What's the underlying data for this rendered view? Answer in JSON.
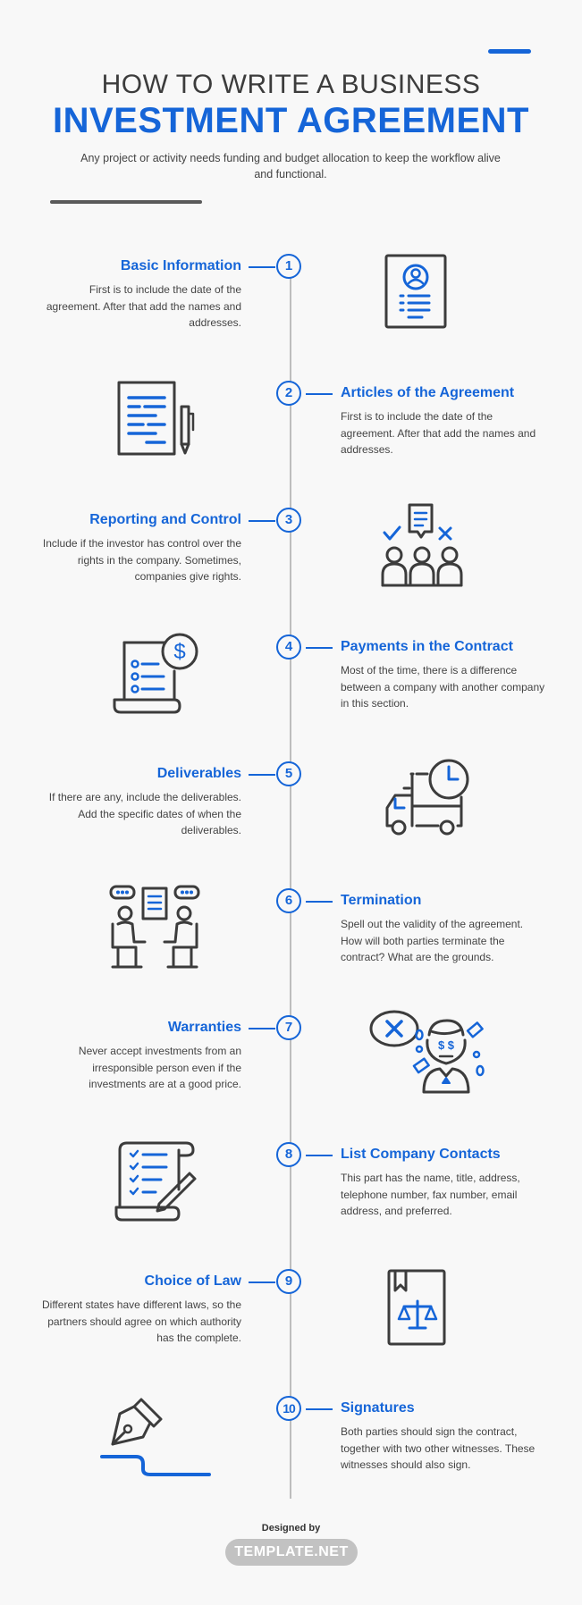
{
  "header": {
    "title_line1": "HOW TO WRITE A BUSINESS",
    "title_line2": "INVESTMENT AGREEMENT",
    "subtitle": "Any project or activity needs funding and budget allocation to keep the workflow alive and functional."
  },
  "steps": [
    {
      "number": "1",
      "title": "Basic Information",
      "body": "First is to include the date of the agreement. After that add the names and addresses.",
      "icon": "document-profile-icon"
    },
    {
      "number": "2",
      "title": "Articles of the Agreement",
      "body": "First is to include the date of the agreement. After that add the names and addresses.",
      "icon": "document-pen-icon"
    },
    {
      "number": "3",
      "title": "Reporting and Control",
      "body": "Include if the investor has control over the rights in the company. Sometimes, companies give rights.",
      "icon": "group-decision-icon"
    },
    {
      "number": "4",
      "title": "Payments in the Contract",
      "body": "Most of the time, there is a difference between a company with another company in this section.",
      "icon": "invoice-dollar-icon"
    },
    {
      "number": "5",
      "title": "Deliverables",
      "body": "If there are any, include the deliverables. Add the specific dates of when the deliverables.",
      "icon": "delivery-truck-clock-icon"
    },
    {
      "number": "6",
      "title": "Termination",
      "body": "Spell out the validity of the agreement. How will both parties terminate the contract? What are the grounds.",
      "icon": "meeting-discussion-icon"
    },
    {
      "number": "7",
      "title": "Warranties",
      "body": "Never accept investments from an irresponsible person even if the investments are at a good price.",
      "icon": "investor-money-icon"
    },
    {
      "number": "8",
      "title": "List Company Contacts",
      "body": "This part has the name, title, address, telephone number, fax number, email address, and preferred.",
      "icon": "checklist-scroll-icon"
    },
    {
      "number": "9",
      "title": "Choice of Law",
      "body": "Different states have different laws, so the partners should agree on which authority has the complete.",
      "icon": "law-book-scales-icon"
    },
    {
      "number": "10",
      "title": "Signatures",
      "body": "Both parties should sign the contract, together with two other witnesses. These witnesses should also sign.",
      "icon": "fountain-pen-signature-icon"
    }
  ],
  "footer": {
    "designed_by": "Designed by",
    "brand": "TEMPLATE.NET"
  },
  "colors": {
    "accent": "#1565d8",
    "icon_dark": "#3c3c3c",
    "background": "#f8f8f8"
  }
}
